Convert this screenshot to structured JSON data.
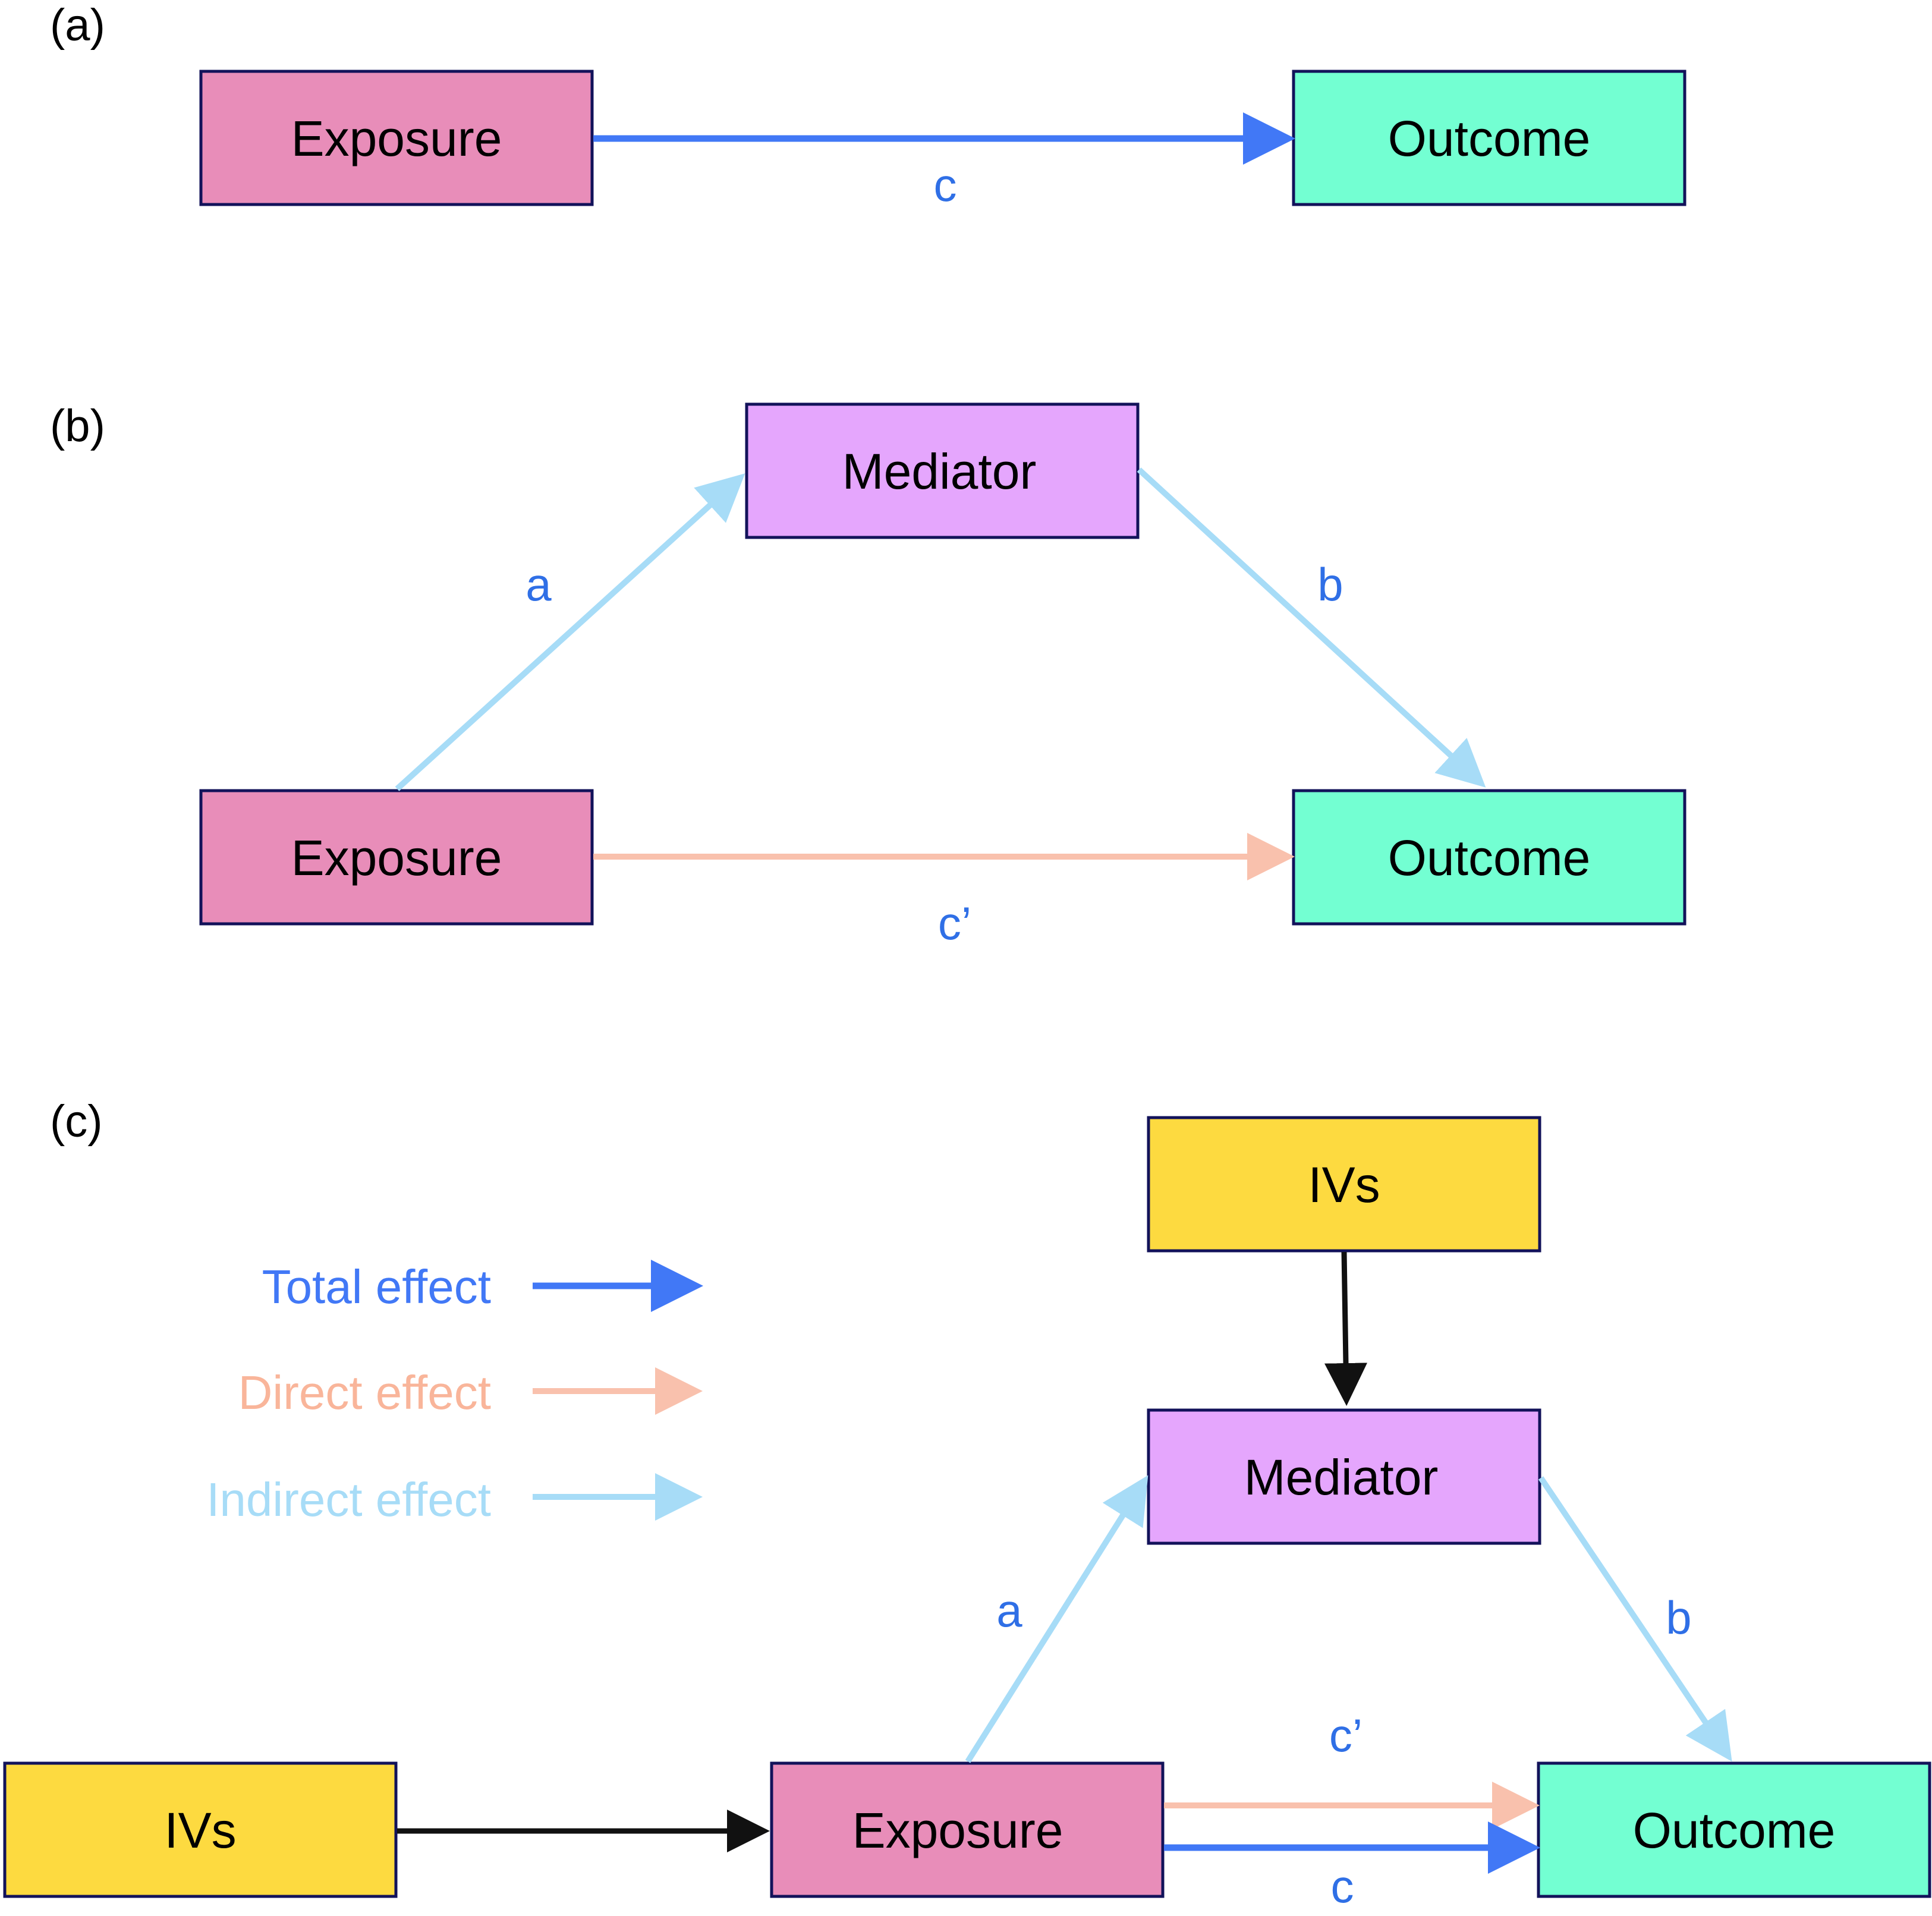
{
  "colors": {
    "exposure": "#e88db9",
    "outcome": "#73ffd2",
    "mediator": "#e5a6fd",
    "ivs": "#fdda40",
    "box_border": "#12125a",
    "total": "#4178f6",
    "direct": "#f9c1ad",
    "indirect": "#a7dcf7",
    "edge_label": "#2f6fe6",
    "black": "#111111"
  },
  "panels": {
    "a": {
      "label": "(a)",
      "exposure": "Exposure",
      "outcome": "Outcome",
      "edge_c": "c"
    },
    "b": {
      "label": "(b)",
      "mediator": "Mediator",
      "exposure": "Exposure",
      "outcome": "Outcome",
      "edge_a": "a",
      "edge_b": "b",
      "edge_c_prime": "c’"
    },
    "c": {
      "label": "(c)",
      "ivs_top": "IVs",
      "mediator": "Mediator",
      "ivs_left": "IVs",
      "exposure": "Exposure",
      "outcome": "Outcome",
      "edge_a": "a",
      "edge_b": "b",
      "edge_c_prime": "c’",
      "edge_c": "c"
    }
  },
  "legend": [
    {
      "label": "Total effect",
      "kind": "total"
    },
    {
      "label": "Direct effect",
      "kind": "direct"
    },
    {
      "label": "Indirect effect",
      "kind": "indirect"
    }
  ]
}
